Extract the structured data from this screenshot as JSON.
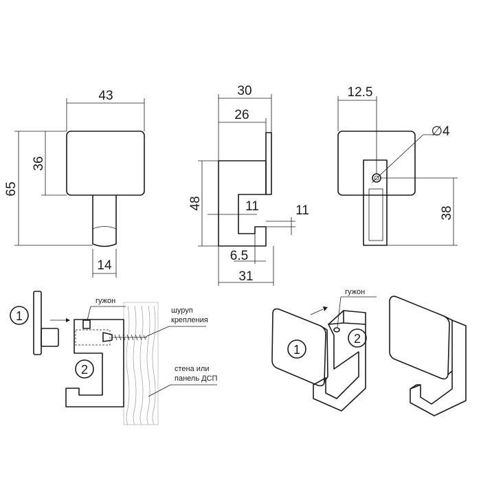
{
  "dimensions": {
    "front_width": "43",
    "front_height_inner": "36",
    "front_height_total": "65",
    "front_stem_width": "14",
    "side_width_total": "30",
    "side_width_inner": "26",
    "side_height": "48",
    "side_slot_a": "11",
    "side_slot_b": "11",
    "side_lip": "6.5",
    "side_bottom": "31",
    "back_offset": "12.5",
    "back_hole": "∅4",
    "back_height": "38"
  },
  "labels": {
    "stud": "гужон",
    "screw_line1": "шуруп",
    "screw_line2": "крепления",
    "wall_line1": "стена или",
    "wall_line2": "панель ДСП",
    "stud_iso": "гужон"
  },
  "callouts": {
    "one": "1",
    "two": "2",
    "one_iso": "1",
    "two_iso": "2"
  }
}
